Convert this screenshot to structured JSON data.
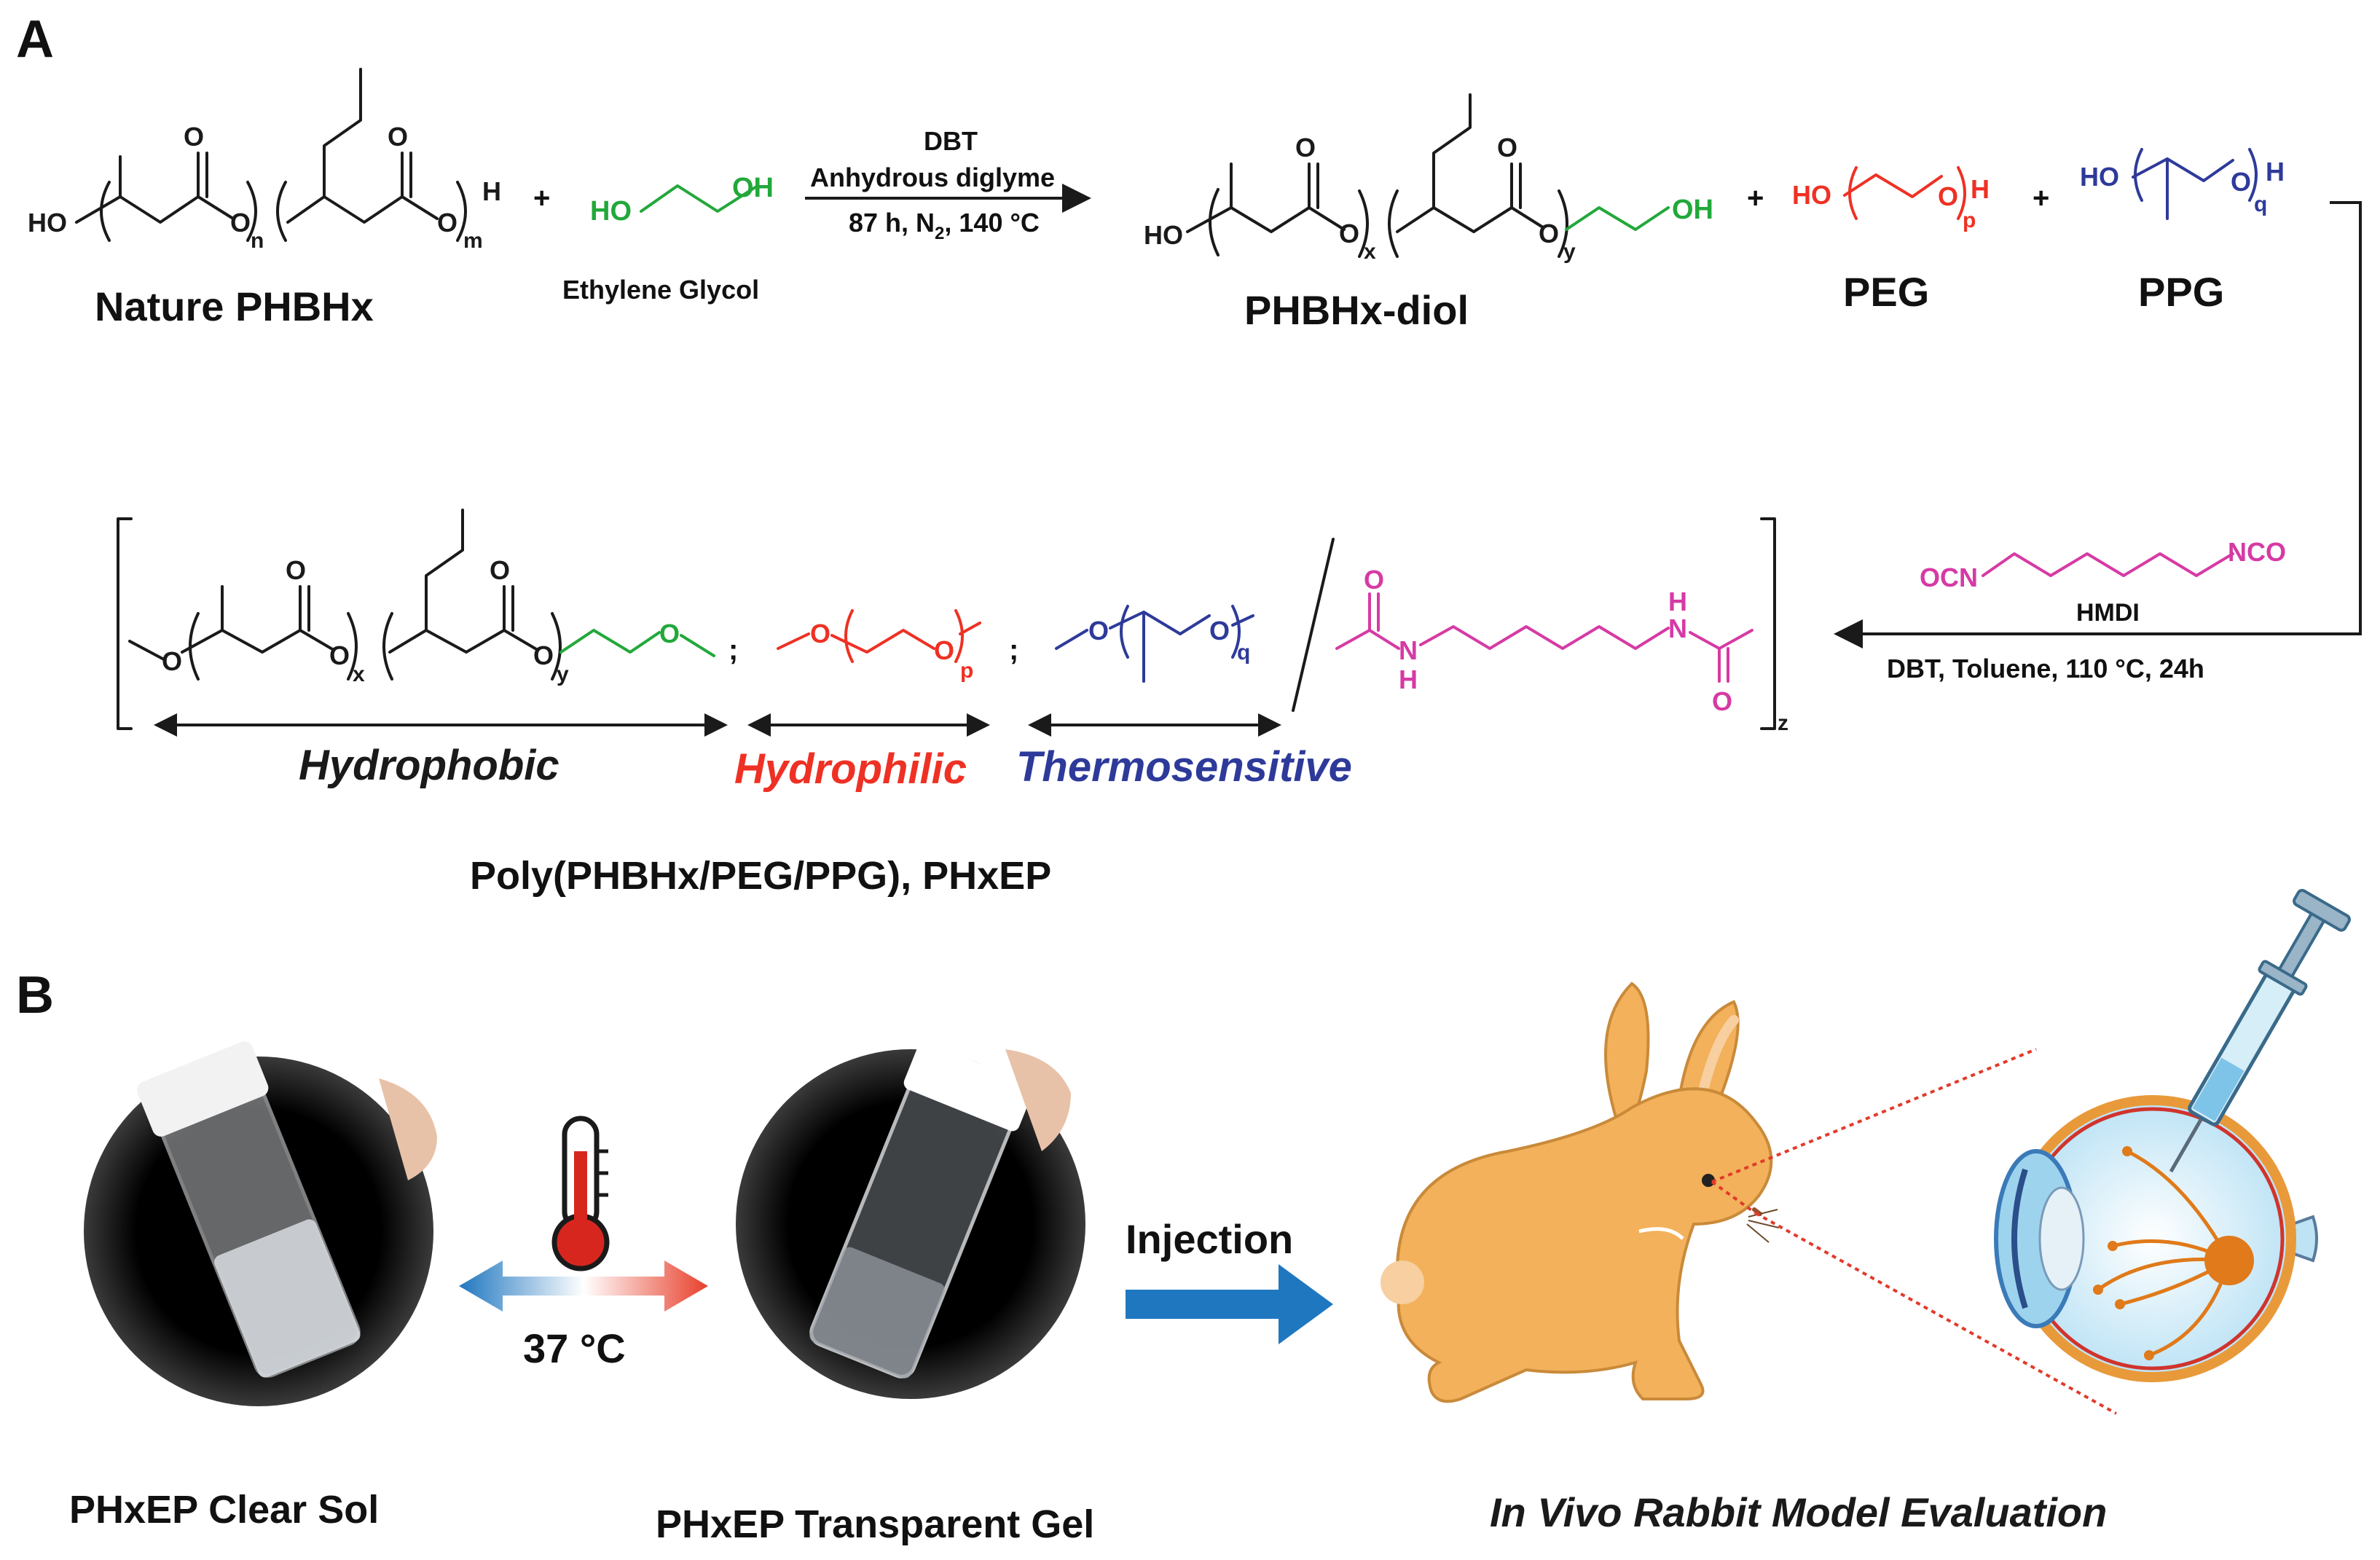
{
  "panels": {
    "a": "A",
    "b": "B"
  },
  "scheme": {
    "reactant": "Nature PHBHx",
    "glycol": "Ethylene Glycol",
    "cond1": "DBT",
    "cond2": "Anhydrous diglyme",
    "cond3": "87 h, N",
    "cond3_sub": "2",
    "cond3_tail": ", 140 °C",
    "diol": "PHBHx-diol",
    "peg": "PEG",
    "ppg": "PPG",
    "linker": "HMDI",
    "linker_left": "OCN",
    "linker_right": "NCO",
    "cond4": "DBT, Toluene, 110 °C, 24h",
    "plus": "+",
    "semicolon": ";",
    "ho": "HO",
    "oh": "OH",
    "o": "O",
    "h": "H",
    "n": "N",
    "n_sub": "n",
    "m_sub": "m",
    "x_sub": "x",
    "y_sub": "y",
    "p_sub": "p",
    "q_sub": "q",
    "z_sub": "z"
  },
  "product": {
    "hydrophobic": "Hydrophobic",
    "hydrophilic": "Hydrophilic",
    "thermo": "Thermosensitive",
    "name": "Poly(PHBHx/PEG/PPG), PHxEP"
  },
  "panel_b": {
    "temp": "37 °C",
    "injection": "Injection",
    "sol": "PHxEP Clear Sol",
    "gel": "PHxEP Transparent Gel",
    "rabbit": "In Vivo Rabbit Model Evaluation"
  },
  "colors": {
    "black": "#1a1a1a",
    "green": "#22a83a",
    "red": "#ee3124",
    "blue": "#2e3a9a",
    "magenta": "#d63aa4",
    "arrow_blue": "#1f77c0",
    "rabbit": "#f2b15a"
  },
  "icons": [
    "thermometer-icon",
    "syringe-icon",
    "eye-icon",
    "rabbit-icon"
  ]
}
